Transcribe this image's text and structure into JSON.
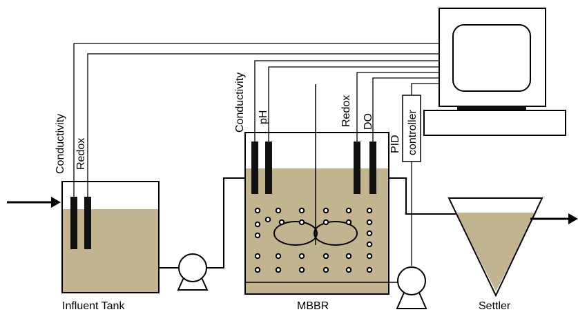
{
  "labels": {
    "influent_tank": "Influent Tank",
    "mbbr": "MBBR",
    "settler": "Settler",
    "conductivity_influent": "Conductivity",
    "redox_influent": "Redox",
    "conductivity_mbbr": "Conductivity",
    "ph_mbbr": "pH",
    "redox_mbbr": "Redox",
    "do_mbbr": "DO",
    "pid": "PID",
    "controller": "controller"
  },
  "colors": {
    "liquid": "#c2b48f",
    "outline": "#000000",
    "probe": "#111111"
  }
}
